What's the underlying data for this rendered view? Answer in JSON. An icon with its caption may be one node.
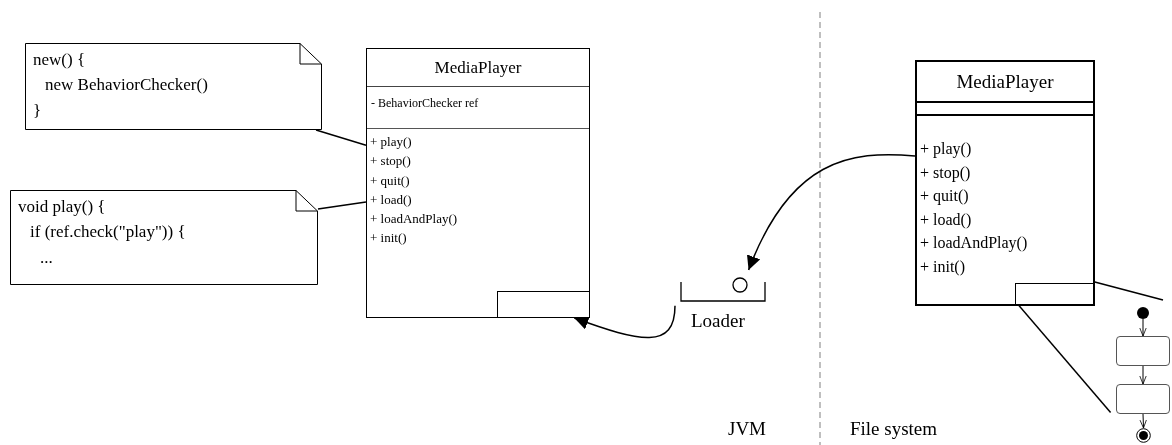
{
  "diagram": {
    "nodes": [
      {
        "text": [
          "new() {",
          "new BehaviorChecker()",
          "}"
        ]
      },
      {
        "text": [
          "MediaPlayer",
          "- BehaviorChecker ref",
          "+ play()",
          "+ stop()",
          "+ quit()",
          "+ load()",
          "+ loadAndPlay()",
          "+ init()"
        ]
      },
      {
        "text": [],
        "shape": "box",
        "in": 1
      },
      {
        "text": [
          "void play() {",
          "if (ref.check(\"play\")) {",
          "..."
        ]
      },
      {
        "text": [
          "Loader"
        ]
      },
      {
        "text": [
          "MediaPlayer",
          "+ play()",
          "+ stop()",
          "+ quit()",
          "+ load()",
          "+ loadAndPlay()",
          "+ init()"
        ]
      },
      {
        "text": [],
        "shape": "box",
        "in": 5
      },
      {
        "text": [],
        "shape": "circle"
      },
      {
        "text": [],
        "shape": "box"
      },
      {
        "text": [],
        "shape": "box"
      },
      {
        "text": [],
        "shape": "circle"
      }
    ],
    "edges": [
      {
        "from": 0,
        "to": 1,
        "arrow": "none"
      },
      {
        "from": 3,
        "to": 1,
        "arrow": "none"
      },
      {
        "from": 5,
        "to": 4,
        "arrow": "to"
      },
      {
        "from": 4,
        "to": 1,
        "arrow": "to"
      },
      {
        "from": 7,
        "to": 8,
        "arrow": "to"
      },
      {
        "from": 8,
        "to": 9,
        "arrow": "to"
      },
      {
        "from": 9,
        "to": 10,
        "arrow": "to"
      },
      {
        "from": 6,
        "to": null,
        "arrow": "none"
      },
      {
        "from": 6,
        "to": 9,
        "arrow": "none"
      }
    ],
    "labels": [
      "JVM",
      "File system"
    ]
  }
}
